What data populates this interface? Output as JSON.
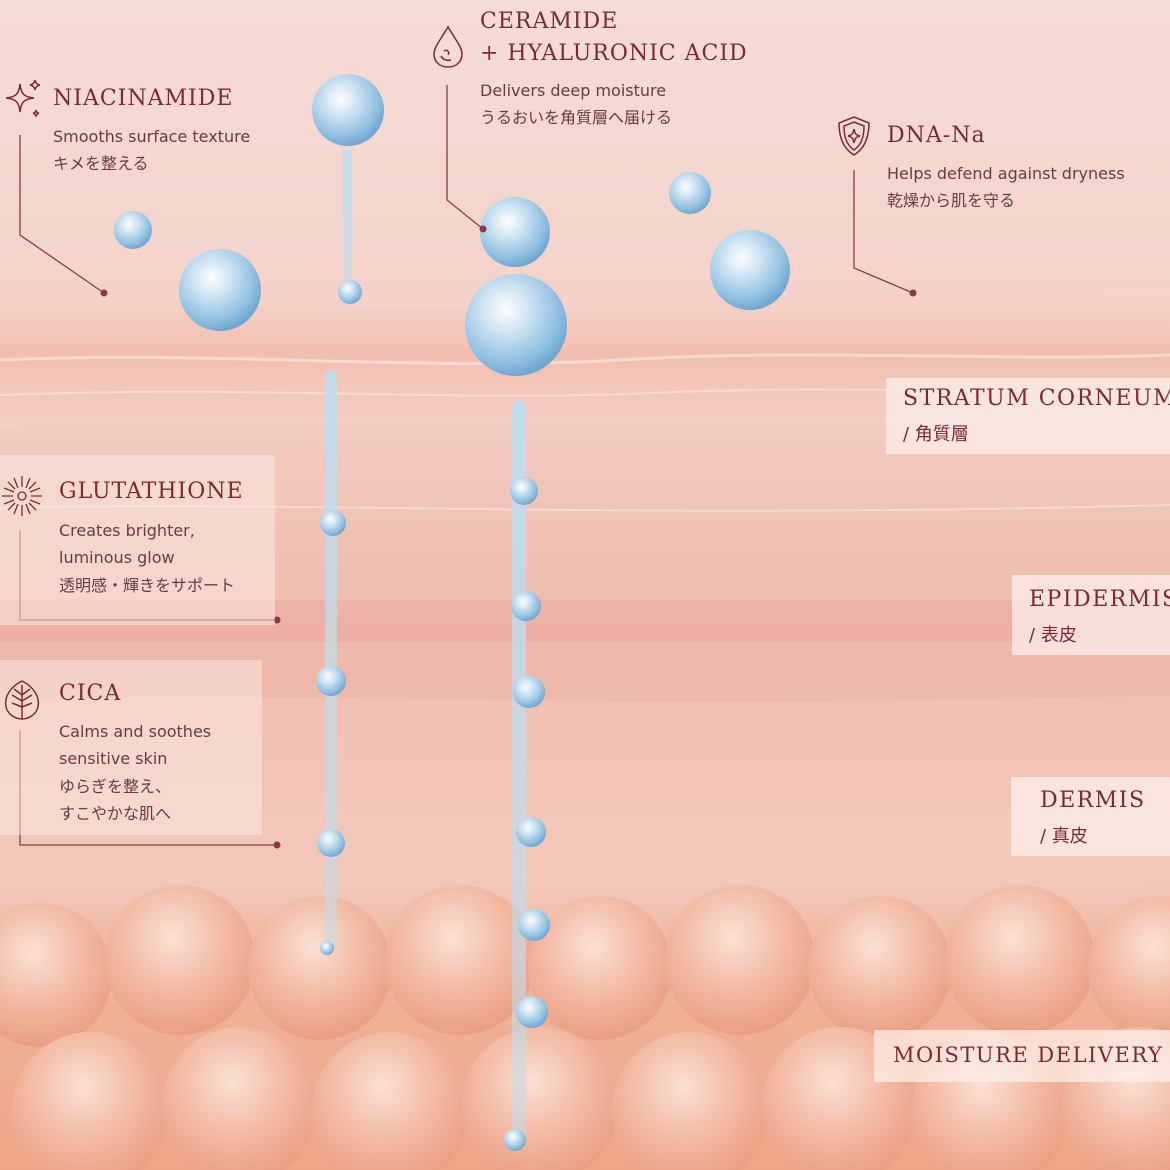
{
  "colors": {
    "text": "#7a2a33",
    "desc": "#6b3b3f",
    "accent_line": "#8a3a44",
    "droplet": "#8fbfe0"
  },
  "ingredients": [
    {
      "id": "niacinamide",
      "icon": "sparkle-icon",
      "name": "NIACINAMIDE",
      "desc_en": [
        "Smooths surface texture"
      ],
      "desc_jp": [
        "キメを整える"
      ]
    },
    {
      "id": "ceramide",
      "icon": "droplet-icon",
      "name_lines": [
        "CERAMIDE",
        "+ HYALURONIC ACID"
      ],
      "desc_en": [
        "Delivers deep moisture"
      ],
      "desc_jp": [
        "うるおいを角質層へ届ける"
      ]
    },
    {
      "id": "dna-na",
      "icon": "shield-icon",
      "name": "DNA-Na",
      "desc_en": [
        "Helps defend against dryness"
      ],
      "desc_jp": [
        "乾燥から肌を守る"
      ]
    },
    {
      "id": "glutathione",
      "icon": "sunburst-icon",
      "name": "GLUTATHIONE",
      "desc_en": [
        "Creates brighter,",
        "luminous glow"
      ],
      "desc_jp": [
        "透明感・輝きをサポート"
      ]
    },
    {
      "id": "cica",
      "icon": "leaf-icon",
      "name": "CICA",
      "desc_en": [
        "Calms and soothes",
        "sensitive skin"
      ],
      "desc_jp": [
        "ゆらぎを整え、",
        "すこやかな肌へ"
      ]
    }
  ],
  "layers": [
    {
      "id": "stratum-corneum",
      "name": "STRATUM CORNEUM",
      "jp": "/ 角質層"
    },
    {
      "id": "epidermis",
      "name": "EPIDERMIS",
      "jp": "/ 表皮"
    },
    {
      "id": "dermis",
      "name": "DERMIS",
      "jp": "/ 真皮"
    },
    {
      "id": "moisture-delivery",
      "name": "MOISTURE DELIVERY"
    }
  ]
}
